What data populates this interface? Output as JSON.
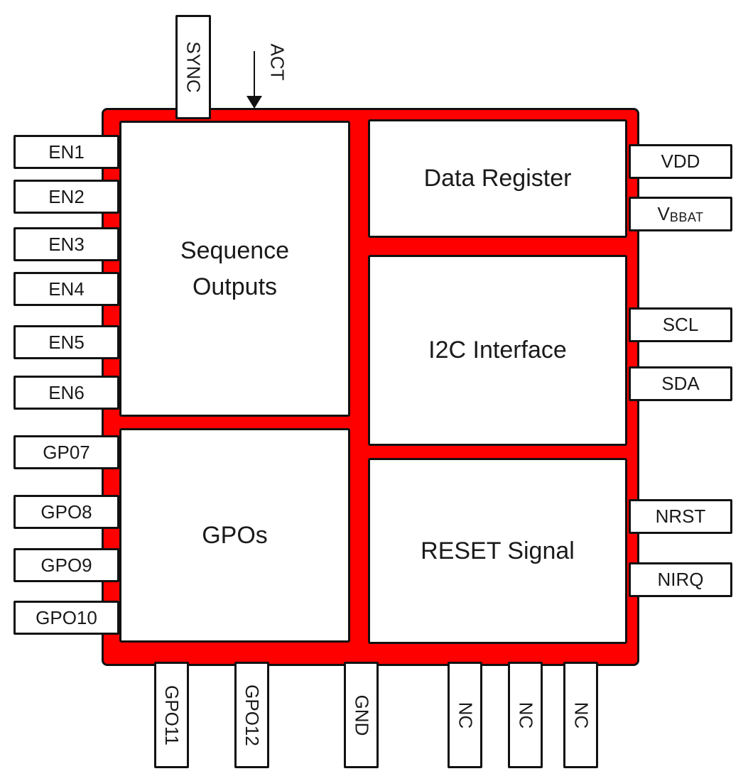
{
  "blocks": {
    "sequence_outputs": "Sequence\nOutputs",
    "data_register": "Data Register",
    "i2c_interface": "I2C Interface",
    "reset_signal": "RESET Signal",
    "gpos": "GPOs"
  },
  "pins": {
    "top": [
      "SYNC"
    ],
    "act": "ACT",
    "left": [
      "EN1",
      "EN2",
      "EN3",
      "EN4",
      "EN5",
      "EN6",
      "GP07",
      "GPO8",
      "GPO9",
      "GPO10"
    ],
    "right": [
      {
        "label": "VDD"
      },
      {
        "label": "V",
        "sub": "BBAT"
      },
      {
        "label": "SCL"
      },
      {
        "label": "SDA"
      },
      {
        "label": "NRST"
      },
      {
        "label": "NIRQ"
      }
    ],
    "bottom": [
      "GPO11",
      "GPO12",
      "GND",
      "NC",
      "NC",
      "NC"
    ]
  },
  "colors": {
    "chip_red": "#FE0000",
    "line_black": "#111111",
    "pin_white": "#FFFFFF"
  }
}
